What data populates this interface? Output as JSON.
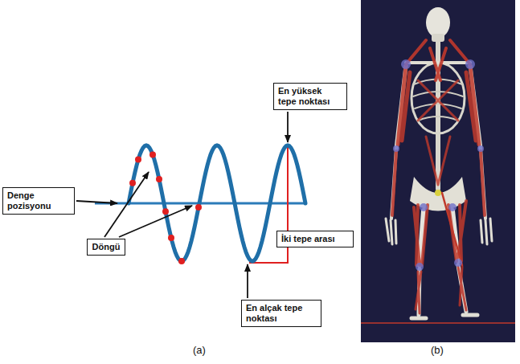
{
  "diagram": {
    "nodes": [
      {
        "text": [
          "En yüksek tepe noktası"
        ]
      },
      {
        "text": [
          "Denge pozisyonu"
        ]
      },
      {
        "text": [
          "Döngü"
        ]
      },
      {
        "text": [
          "İki tepe arası"
        ]
      },
      {
        "text": [
          "En alçak tepe noktası"
        ]
      }
    ],
    "labels": [
      "(a)",
      "(b)"
    ]
  }
}
